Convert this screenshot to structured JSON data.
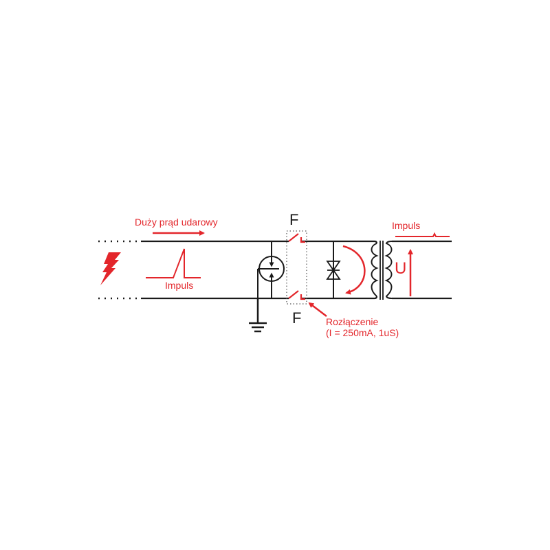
{
  "diagram": {
    "type": "surge-protection-circuit",
    "colors": {
      "wire": "#1a1a1a",
      "accent": "#e3262b"
    },
    "labels": {
      "surge_current": "Duży prąd udarowy",
      "impulse_input": "Impuls",
      "impulse_output": "Impuls",
      "fuse_top": "F",
      "fuse_bottom": "F",
      "voltage": "U",
      "disconnect_line1": "Rozłączenie",
      "disconnect_line2": "(I = 250mA, 1uS)"
    },
    "components": [
      {
        "id": "lightning",
        "name": "lightning-bolt-icon"
      },
      {
        "id": "gas-discharge-tube",
        "name": "gas-discharge-arrester"
      },
      {
        "id": "ground",
        "name": "ground-symbol"
      },
      {
        "id": "fuse-top",
        "name": "fuse-switch",
        "label": "F"
      },
      {
        "id": "fuse-bottom",
        "name": "fuse-switch",
        "label": "F"
      },
      {
        "id": "tvs-diode",
        "name": "bidirectional-tvs-diode"
      },
      {
        "id": "transformer",
        "name": "isolation-transformer"
      }
    ]
  }
}
